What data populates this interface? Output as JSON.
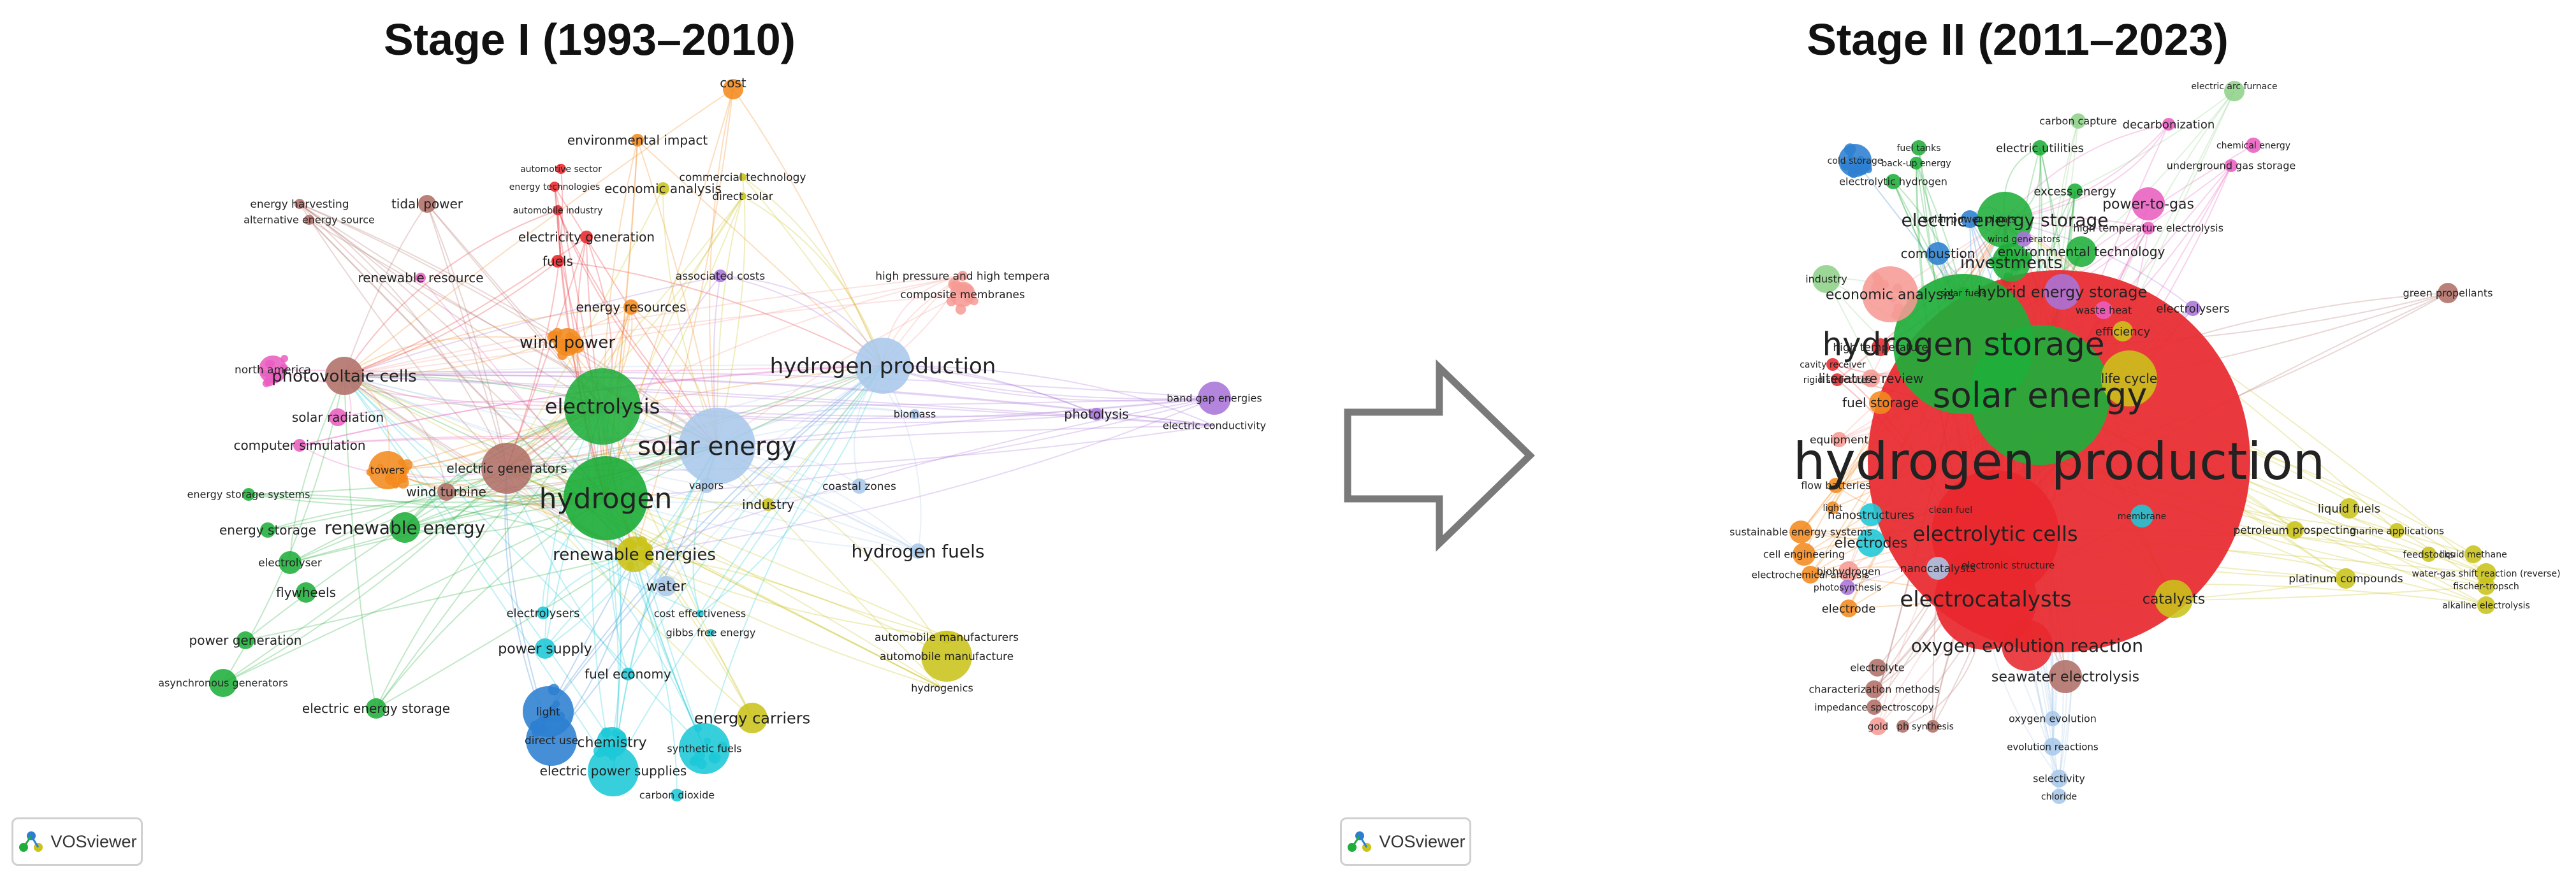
{
  "panels": [
    {
      "title": "Stage I (1993–2010)",
      "badge": "VOSviewer",
      "terms": [
        {
          "label": "cost",
          "size": 20
        },
        {
          "label": "environmental impact",
          "size": 20
        },
        {
          "label": "automotive sector",
          "size": 14
        },
        {
          "label": "energy technologies",
          "size": 14
        },
        {
          "label": "automobile industry",
          "size": 14
        },
        {
          "label": "economic analysis",
          "size": 20
        },
        {
          "label": "commercial technology",
          "size": 17
        },
        {
          "label": "direct solar",
          "size": 17
        },
        {
          "label": "energy harvesting",
          "size": 17
        },
        {
          "label": "alternative energy source",
          "size": 16
        },
        {
          "label": "tidal power",
          "size": 20
        },
        {
          "label": "electricity generation",
          "size": 20
        },
        {
          "label": "fuels",
          "size": 20
        },
        {
          "label": "renewable resource",
          "size": 20
        },
        {
          "label": "associated costs",
          "size": 17
        },
        {
          "label": "high pressure and high tempera",
          "size": 17
        },
        {
          "label": "composite membranes",
          "size": 17
        },
        {
          "label": "energy resources",
          "size": 20
        },
        {
          "label": "wind power",
          "size": 26
        },
        {
          "label": "hydrogen production",
          "size": 34
        },
        {
          "label": "north america",
          "size": 17
        },
        {
          "label": "photovoltaic cells",
          "size": 26
        },
        {
          "label": "electrolysis",
          "size": 32
        },
        {
          "label": "solar radiation",
          "size": 20
        },
        {
          "label": "solar energy",
          "size": 40
        },
        {
          "label": "biomass",
          "size": 16
        },
        {
          "label": "photolysis",
          "size": 20
        },
        {
          "label": "band gap energies",
          "size": 16
        },
        {
          "label": "electric conductivity",
          "size": 16
        },
        {
          "label": "computer simulation",
          "size": 20
        },
        {
          "label": "towers",
          "size": 16
        },
        {
          "label": "electric generators",
          "size": 20
        },
        {
          "label": "wind turbine",
          "size": 20
        },
        {
          "label": "hydrogen",
          "size": 44
        },
        {
          "label": "vapors",
          "size": 16
        },
        {
          "label": "coastal zones",
          "size": 17
        },
        {
          "label": "industry",
          "size": 20
        },
        {
          "label": "energy storage systems",
          "size": 16
        },
        {
          "label": "energy storage",
          "size": 20
        },
        {
          "label": "renewable energy",
          "size": 28
        },
        {
          "label": "renewable energies",
          "size": 26
        },
        {
          "label": "hydrogen fuels",
          "size": 28
        },
        {
          "label": "electrolyser",
          "size": 17
        },
        {
          "label": "flywheels",
          "size": 20
        },
        {
          "label": "water",
          "size": 22
        },
        {
          "label": "electrolysers",
          "size": 18
        },
        {
          "label": "cost effectiveness",
          "size": 16
        },
        {
          "label": "gibbs free energy",
          "size": 16
        },
        {
          "label": "power generation",
          "size": 20
        },
        {
          "label": "power supply",
          "size": 22
        },
        {
          "label": "automobile manufacturers",
          "size": 17
        },
        {
          "label": "automobile manufacture",
          "size": 17
        },
        {
          "label": "hydrogenics",
          "size": 16
        },
        {
          "label": "asynchronous generators",
          "size": 16
        },
        {
          "label": "fuel economy",
          "size": 20
        },
        {
          "label": "electric energy storage",
          "size": 20
        },
        {
          "label": "light",
          "size": 17
        },
        {
          "label": "direct use",
          "size": 17
        },
        {
          "label": "chemistry",
          "size": 22
        },
        {
          "label": "energy carriers",
          "size": 24
        },
        {
          "label": "synthetic fuels",
          "size": 16
        },
        {
          "label": "electric power supplies",
          "size": 20
        },
        {
          "label": "carbon dioxide",
          "size": 16
        }
      ]
    },
    {
      "title": "Stage II (2011–2023)",
      "badge": "VOSviewer",
      "terms": [
        {
          "label": "electric arc furnace",
          "size": 14
        },
        {
          "label": "carbon capture",
          "size": 16
        },
        {
          "label": "decarbonization",
          "size": 18
        },
        {
          "label": "electric utilities",
          "size": 18
        },
        {
          "label": "chemical energy",
          "size": 14
        },
        {
          "label": "underground gas storage",
          "size": 16
        },
        {
          "label": "cold storage",
          "size": 14
        },
        {
          "label": "fuel tanks",
          "size": 14
        },
        {
          "label": "back-up energy",
          "size": 14
        },
        {
          "label": "electrolytic hydrogen",
          "size": 16
        },
        {
          "label": "excess energy",
          "size": 18
        },
        {
          "label": "power-to-gas",
          "size": 22
        },
        {
          "label": "solar power plants",
          "size": 16
        },
        {
          "label": "electric energy storage",
          "size": 28
        },
        {
          "label": "high temperature electrolysis",
          "size": 16
        },
        {
          "label": "wind generators",
          "size": 14
        },
        {
          "label": "combustion",
          "size": 20
        },
        {
          "label": "environmental technology",
          "size": 20
        },
        {
          "label": "investments",
          "size": 26
        },
        {
          "label": "industry",
          "size": 16
        },
        {
          "label": "solar fuels",
          "size": 14
        },
        {
          "label": "hybrid energy storage",
          "size": 24
        },
        {
          "label": "economic analysis",
          "size": 22
        },
        {
          "label": "waste heat",
          "size": 16
        },
        {
          "label": "electrolysers",
          "size": 18
        },
        {
          "label": "green propellants",
          "size": 16
        },
        {
          "label": "hydrogen storage",
          "size": 50
        },
        {
          "label": "efficiency",
          "size": 18
        },
        {
          "label": "high temperature",
          "size": 17
        },
        {
          "label": "cavity receiver",
          "size": 14
        },
        {
          "label": "rigid structures",
          "size": 14
        },
        {
          "label": "literature review",
          "size": 20
        },
        {
          "label": "solar energy",
          "size": 54
        },
        {
          "label": "life cycle",
          "size": 20
        },
        {
          "label": "fuel storage",
          "size": 20
        },
        {
          "label": "equipment",
          "size": 17
        },
        {
          "label": "hydrogen production",
          "size": 80
        },
        {
          "label": "flow batteries",
          "size": 16
        },
        {
          "label": "light",
          "size": 14
        },
        {
          "label": "membrane",
          "size": 14
        },
        {
          "label": "clean fuel",
          "size": 14
        },
        {
          "label": "liquid fuels",
          "size": 18
        },
        {
          "label": "sustainable energy systems",
          "size": 16
        },
        {
          "label": "nanostructures",
          "size": 18
        },
        {
          "label": "cell engineering",
          "size": 16
        },
        {
          "label": "electrodes",
          "size": 22
        },
        {
          "label": "electrolytic cells",
          "size": 32
        },
        {
          "label": "petroleum prospecting",
          "size": 17
        },
        {
          "label": "marine applications",
          "size": 15
        },
        {
          "label": "feedstocks",
          "size": 15
        },
        {
          "label": "liquid methane",
          "size": 14
        },
        {
          "label": "electrochemical analysis",
          "size": 15
        },
        {
          "label": "biohydrogen",
          "size": 16
        },
        {
          "label": "nanocatalysts",
          "size": 17
        },
        {
          "label": "electronic structure",
          "size": 15
        },
        {
          "label": "water-gas shift reaction (reverse)",
          "size": 14
        },
        {
          "label": "platinum compounds",
          "size": 17
        },
        {
          "label": "fischer-tropsch",
          "size": 14
        },
        {
          "label": "photosynthesis",
          "size": 14
        },
        {
          "label": "electrode",
          "size": 18
        },
        {
          "label": "electrocatalysts",
          "size": 34
        },
        {
          "label": "catalysts",
          "size": 22
        },
        {
          "label": "alkaline electrolysis",
          "size": 14
        },
        {
          "label": "oxygen evolution reaction",
          "size": 28
        },
        {
          "label": "electrolyte",
          "size": 16
        },
        {
          "label": "seawater electrolysis",
          "size": 22
        },
        {
          "label": "characterization methods",
          "size": 16
        },
        {
          "label": "impedance spectroscopy",
          "size": 15
        },
        {
          "label": "oxygen evolution",
          "size": 16
        },
        {
          "label": "gold",
          "size": 15
        },
        {
          "label": "ph",
          "size": 15
        },
        {
          "label": "synthesis",
          "size": 14
        },
        {
          "label": "evolution reactions",
          "size": 15
        },
        {
          "label": "selectivity",
          "size": 16
        },
        {
          "label": "chloride",
          "size": 14
        }
      ]
    }
  ],
  "colors": {
    "red": "#e8282e",
    "green": "#1fae3a",
    "blue": "#2c7fd0",
    "lightblue": "#a9c8ea",
    "yellow": "#c9c31a",
    "orange": "#f28a1e",
    "purple": "#a874d8",
    "pink": "#e95ec0",
    "brown": "#b06f68",
    "cyan": "#1cc8d8",
    "salmon": "#f69a94",
    "lightgreen": "#8fd18a"
  }
}
